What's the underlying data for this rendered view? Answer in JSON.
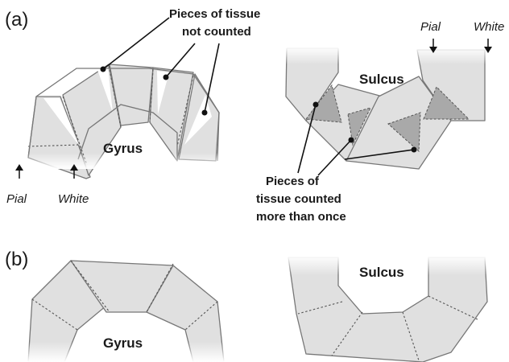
{
  "panels": {
    "a": "(a)",
    "b": "(b)"
  },
  "labels": {
    "gyrus": "Gyrus",
    "sulcus": "Sulcus",
    "pial": "Pial",
    "white": "White",
    "not_counted": [
      "Pieces of tissue",
      "not counted"
    ],
    "counted_more": [
      "Pieces of",
      "tissue counted",
      "more than once"
    ]
  },
  "colors": {
    "tissue": "#e0e0e0",
    "overlap": "#a9a9a9",
    "outline": "#777777"
  }
}
